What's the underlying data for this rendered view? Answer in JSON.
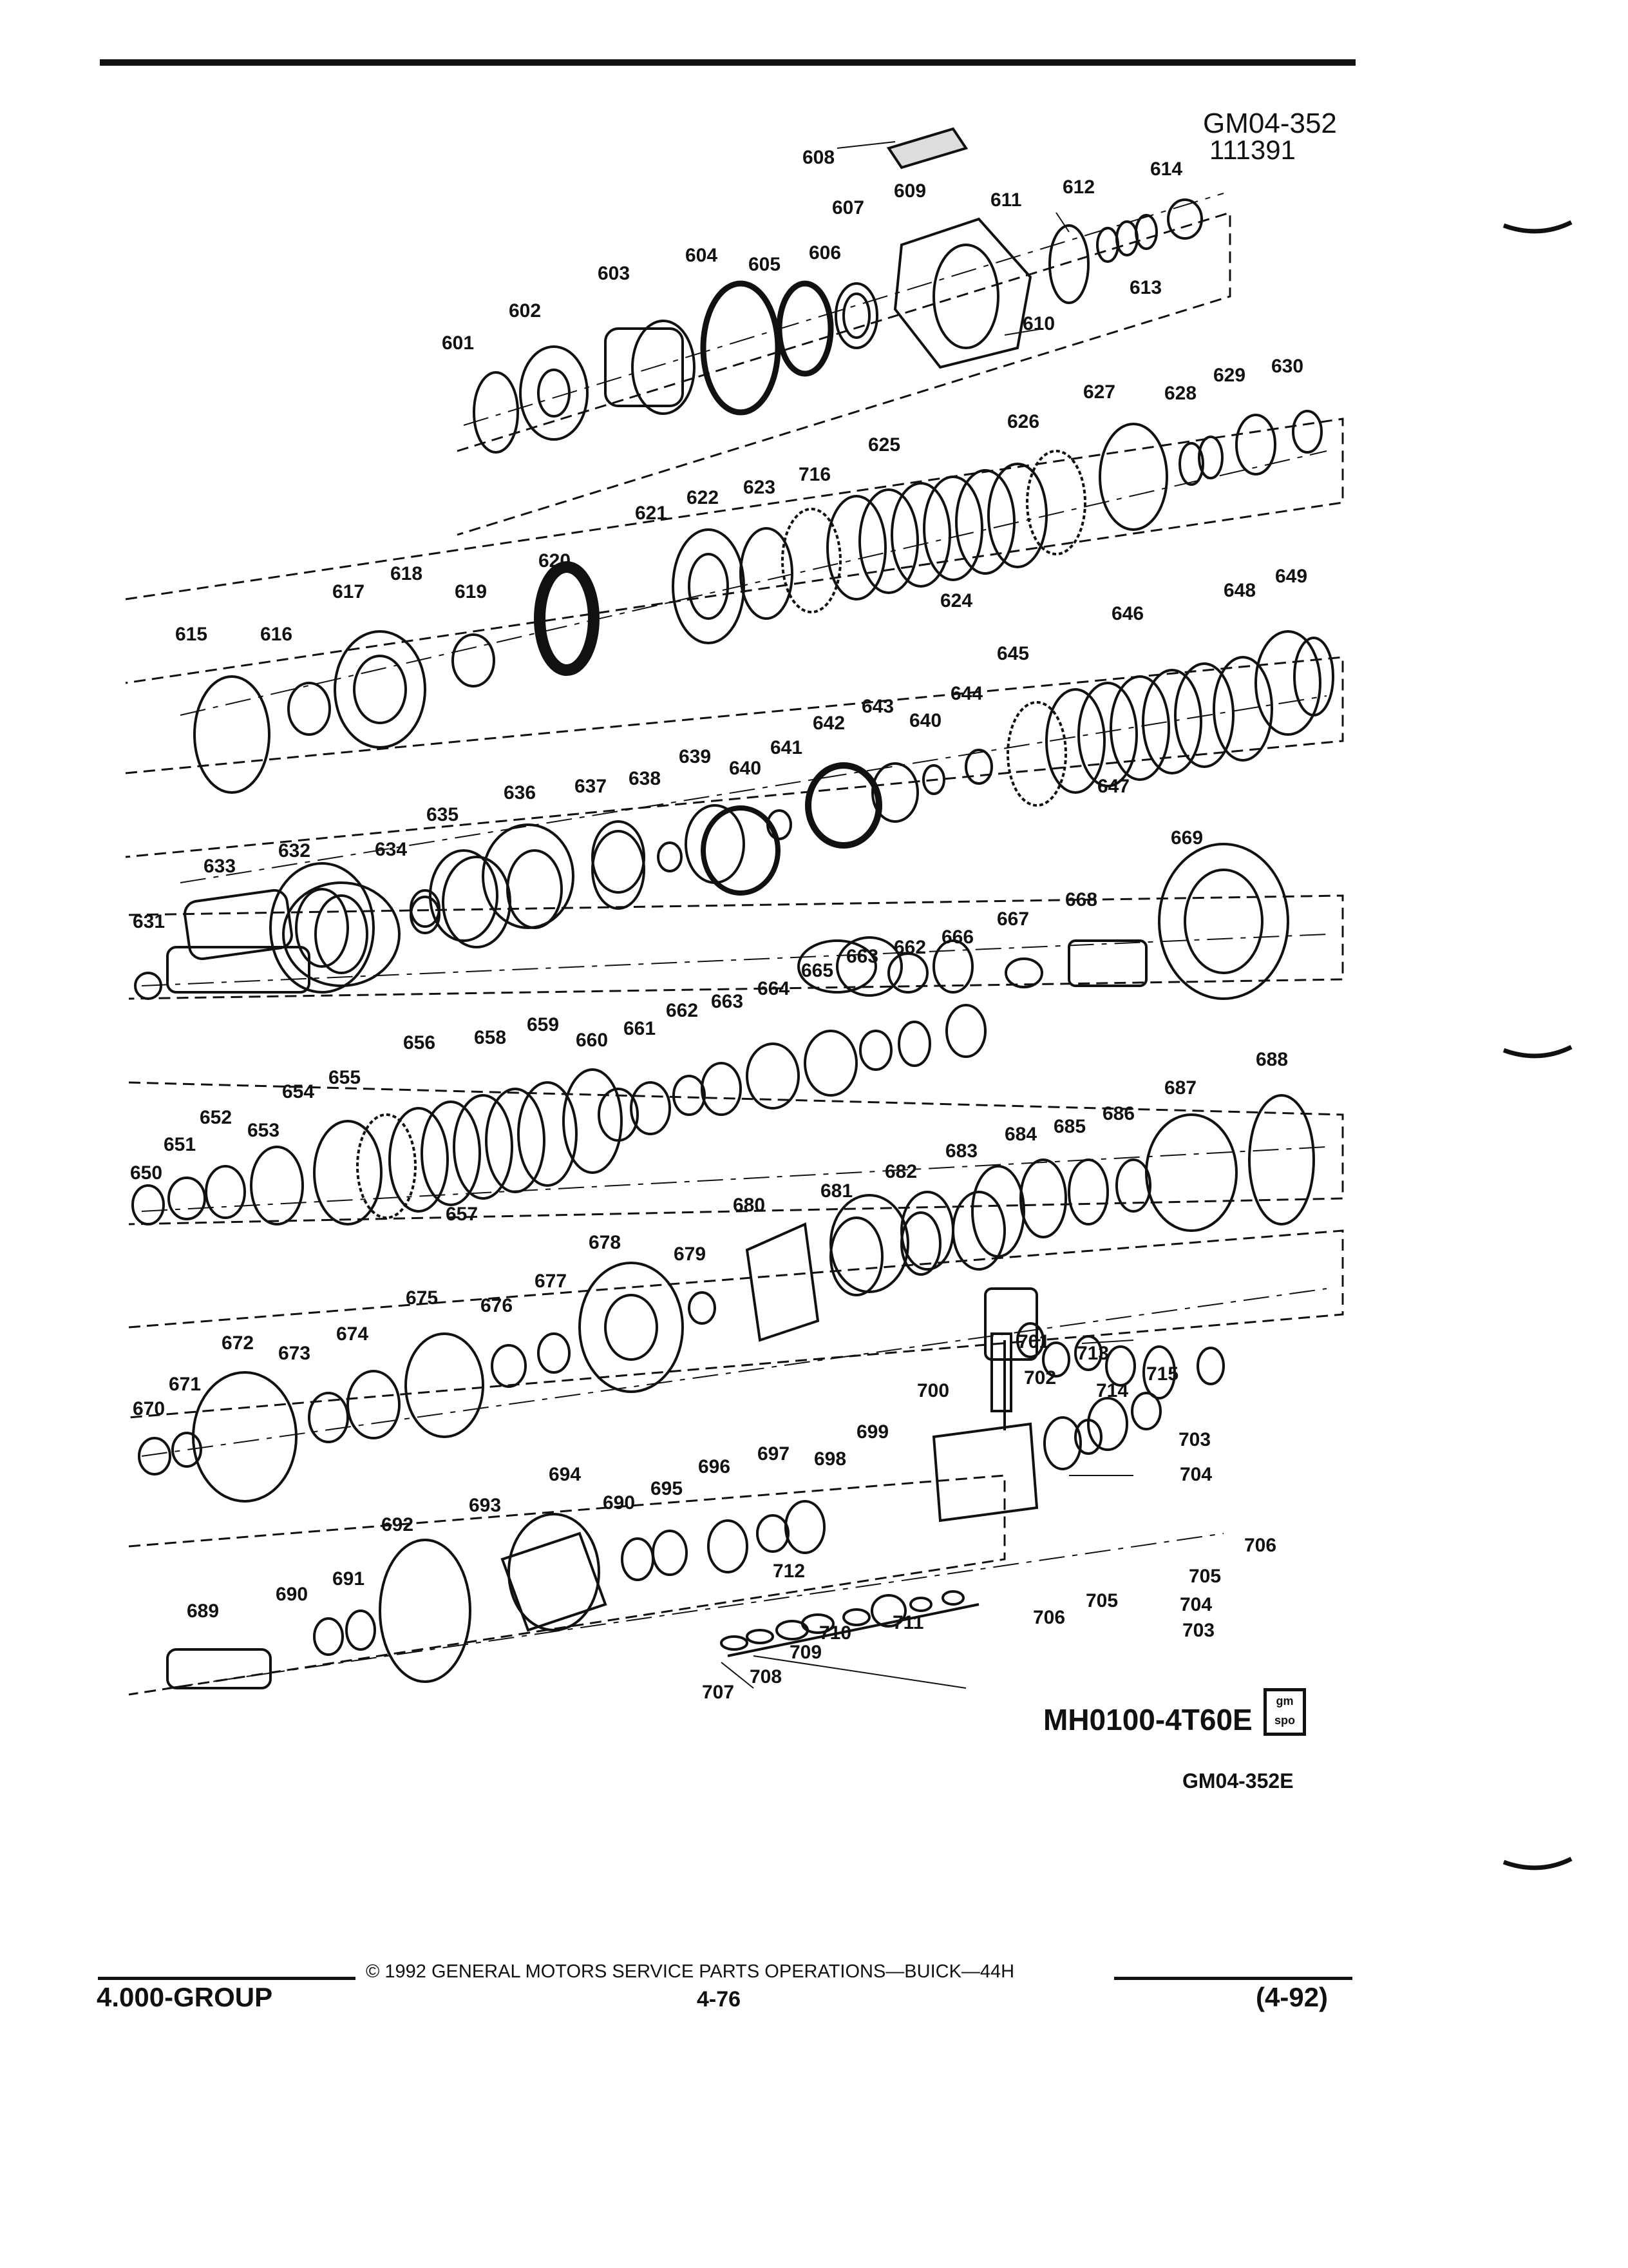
{
  "header": {
    "code": "GM04-352",
    "number": "111391"
  },
  "callouts": [
    "608",
    "607",
    "609",
    "611",
    "612",
    "614",
    "613",
    "604",
    "605",
    "606",
    "603",
    "610",
    "602",
    "601",
    "627",
    "628",
    "629",
    "630",
    "626",
    "625",
    "716",
    "623",
    "622",
    "621",
    "624",
    "620",
    "618",
    "617",
    "619",
    "615",
    "616",
    "646",
    "648",
    "649",
    "645",
    "644",
    "643",
    "640",
    "642",
    "647",
    "641",
    "639",
    "637",
    "638",
    "636",
    "635",
    "634",
    "633",
    "632",
    "631",
    "669",
    "668",
    "667",
    "666",
    "662",
    "663",
    "665",
    "664",
    "661",
    "660",
    "659",
    "658",
    "656",
    "655",
    "654",
    "652",
    "651",
    "653",
    "650",
    "657",
    "688",
    "687",
    "686",
    "685",
    "684",
    "683",
    "682",
    "681",
    "680",
    "678",
    "679",
    "677",
    "675",
    "676",
    "674",
    "672",
    "673",
    "671",
    "670",
    "701",
    "713",
    "702",
    "714",
    "715",
    "700",
    "699",
    "703",
    "698",
    "697",
    "696",
    "704",
    "694",
    "695",
    "690",
    "693",
    "692",
    "706",
    "712",
    "705",
    "691",
    "689",
    "711",
    "710",
    "709",
    "708",
    "707"
  ],
  "model": "MH0100-4T60E",
  "logo_text": "gm spo",
  "figure_code": "GM04-352E",
  "footer": {
    "group": "4.000-GROUP",
    "copyright": "© 1992 GENERAL MOTORS SERVICE PARTS OPERATIONS—BUICK—44H",
    "page": "4-76",
    "date": "(4-92)"
  }
}
